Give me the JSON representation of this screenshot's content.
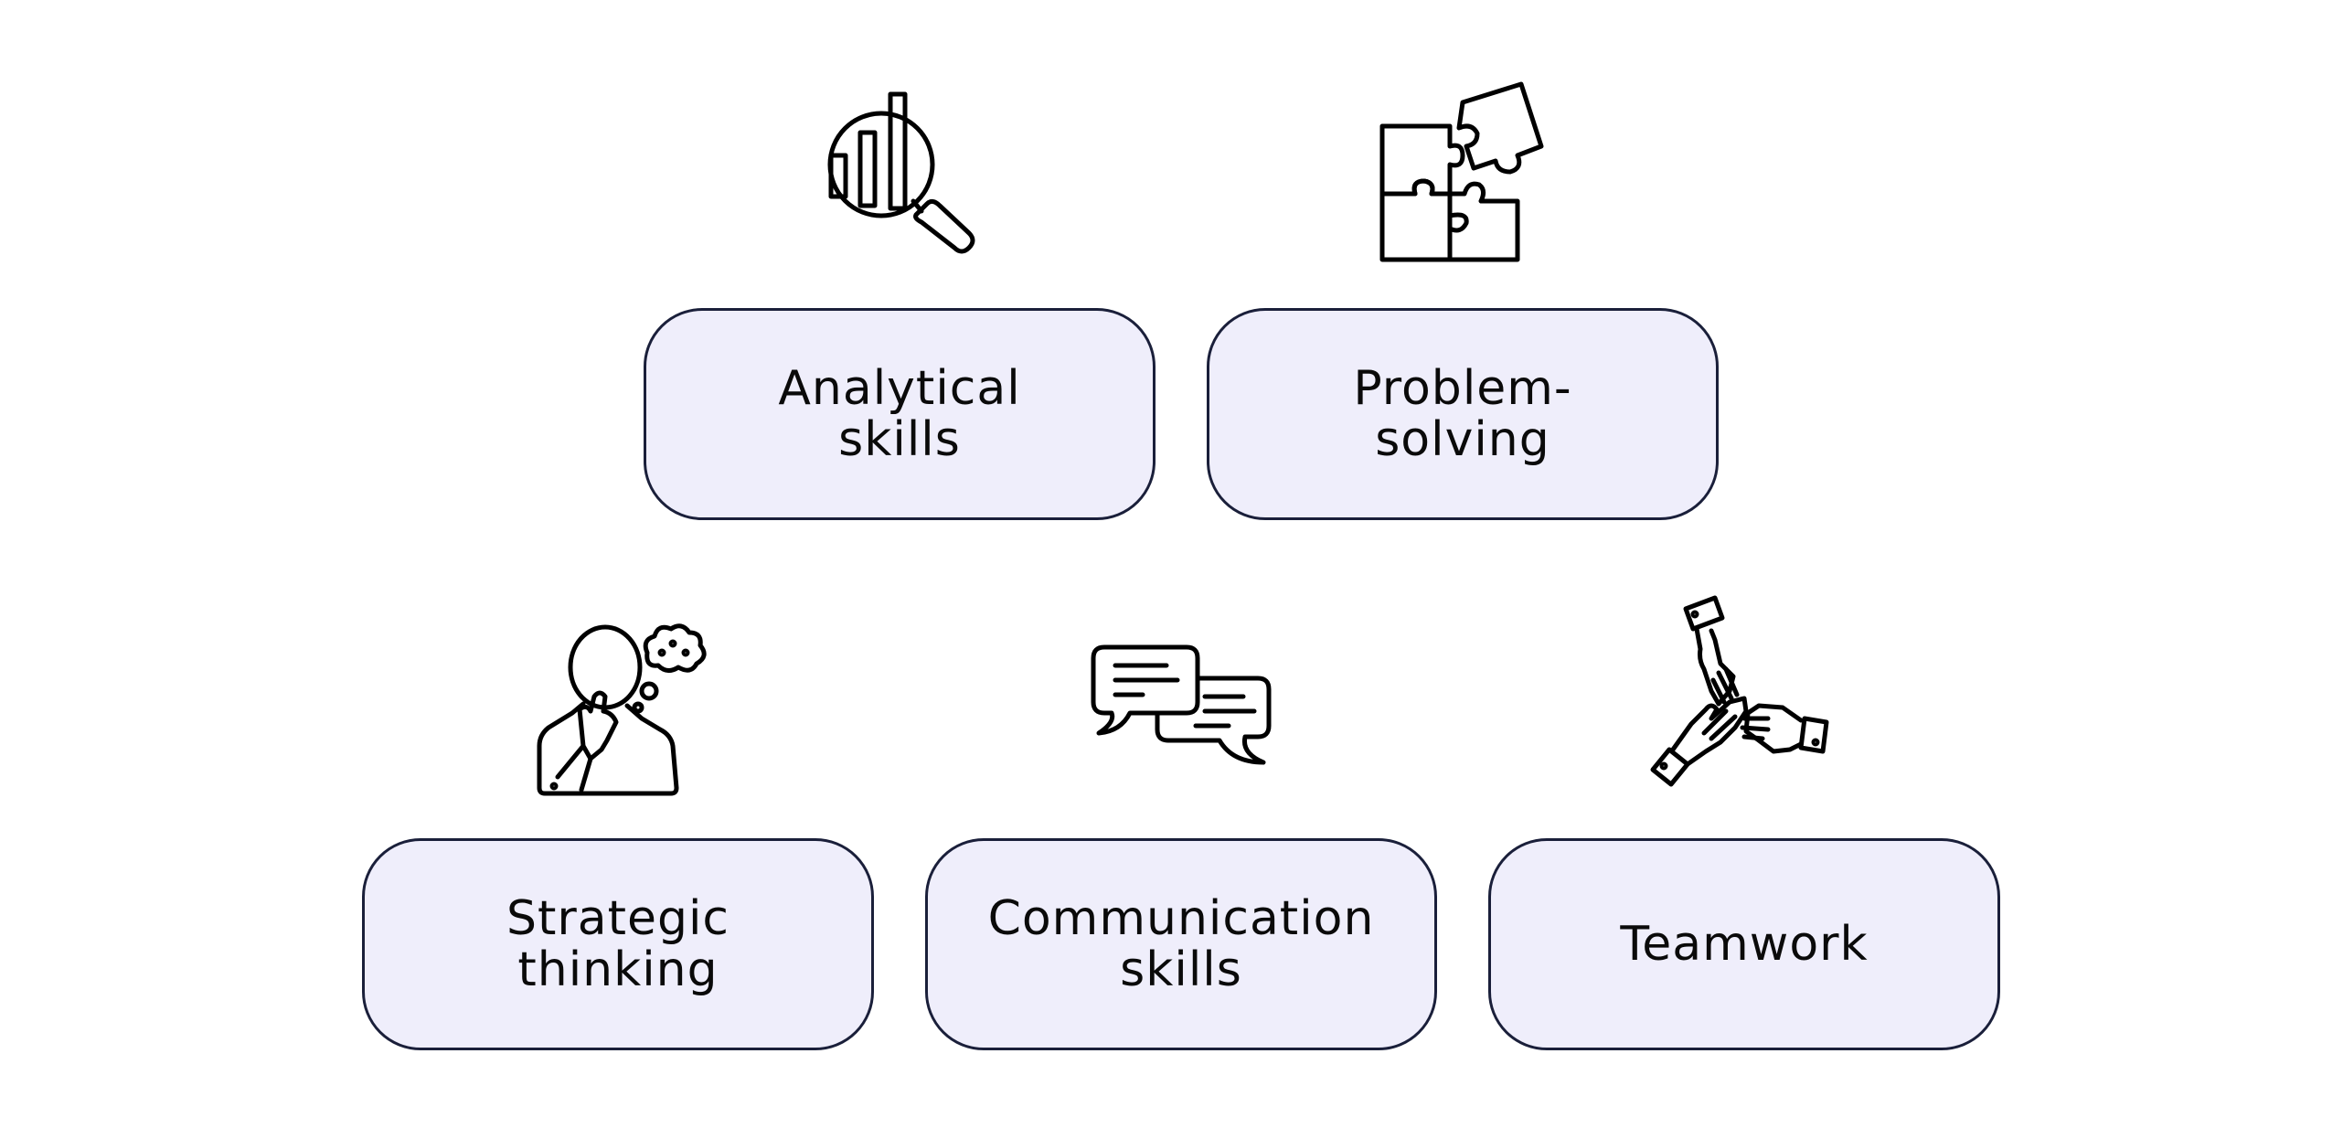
{
  "skills": [
    {
      "label": "Analytical\nskills",
      "icon": "magnifier-bar-chart-icon"
    },
    {
      "label": "Problem-\nsolving",
      "icon": "puzzle-pieces-icon"
    },
    {
      "label": "Strategic\nthinking",
      "icon": "thinking-person-icon"
    },
    {
      "label": "Communication\nskills",
      "icon": "speech-bubbles-icon"
    },
    {
      "label": "Teamwork",
      "icon": "stacked-hands-icon"
    }
  ],
  "colors": {
    "card_fill": "#efeefb",
    "card_border": "#1a1f3a",
    "text": "#0a0a0a",
    "icon_stroke": "#000000"
  }
}
